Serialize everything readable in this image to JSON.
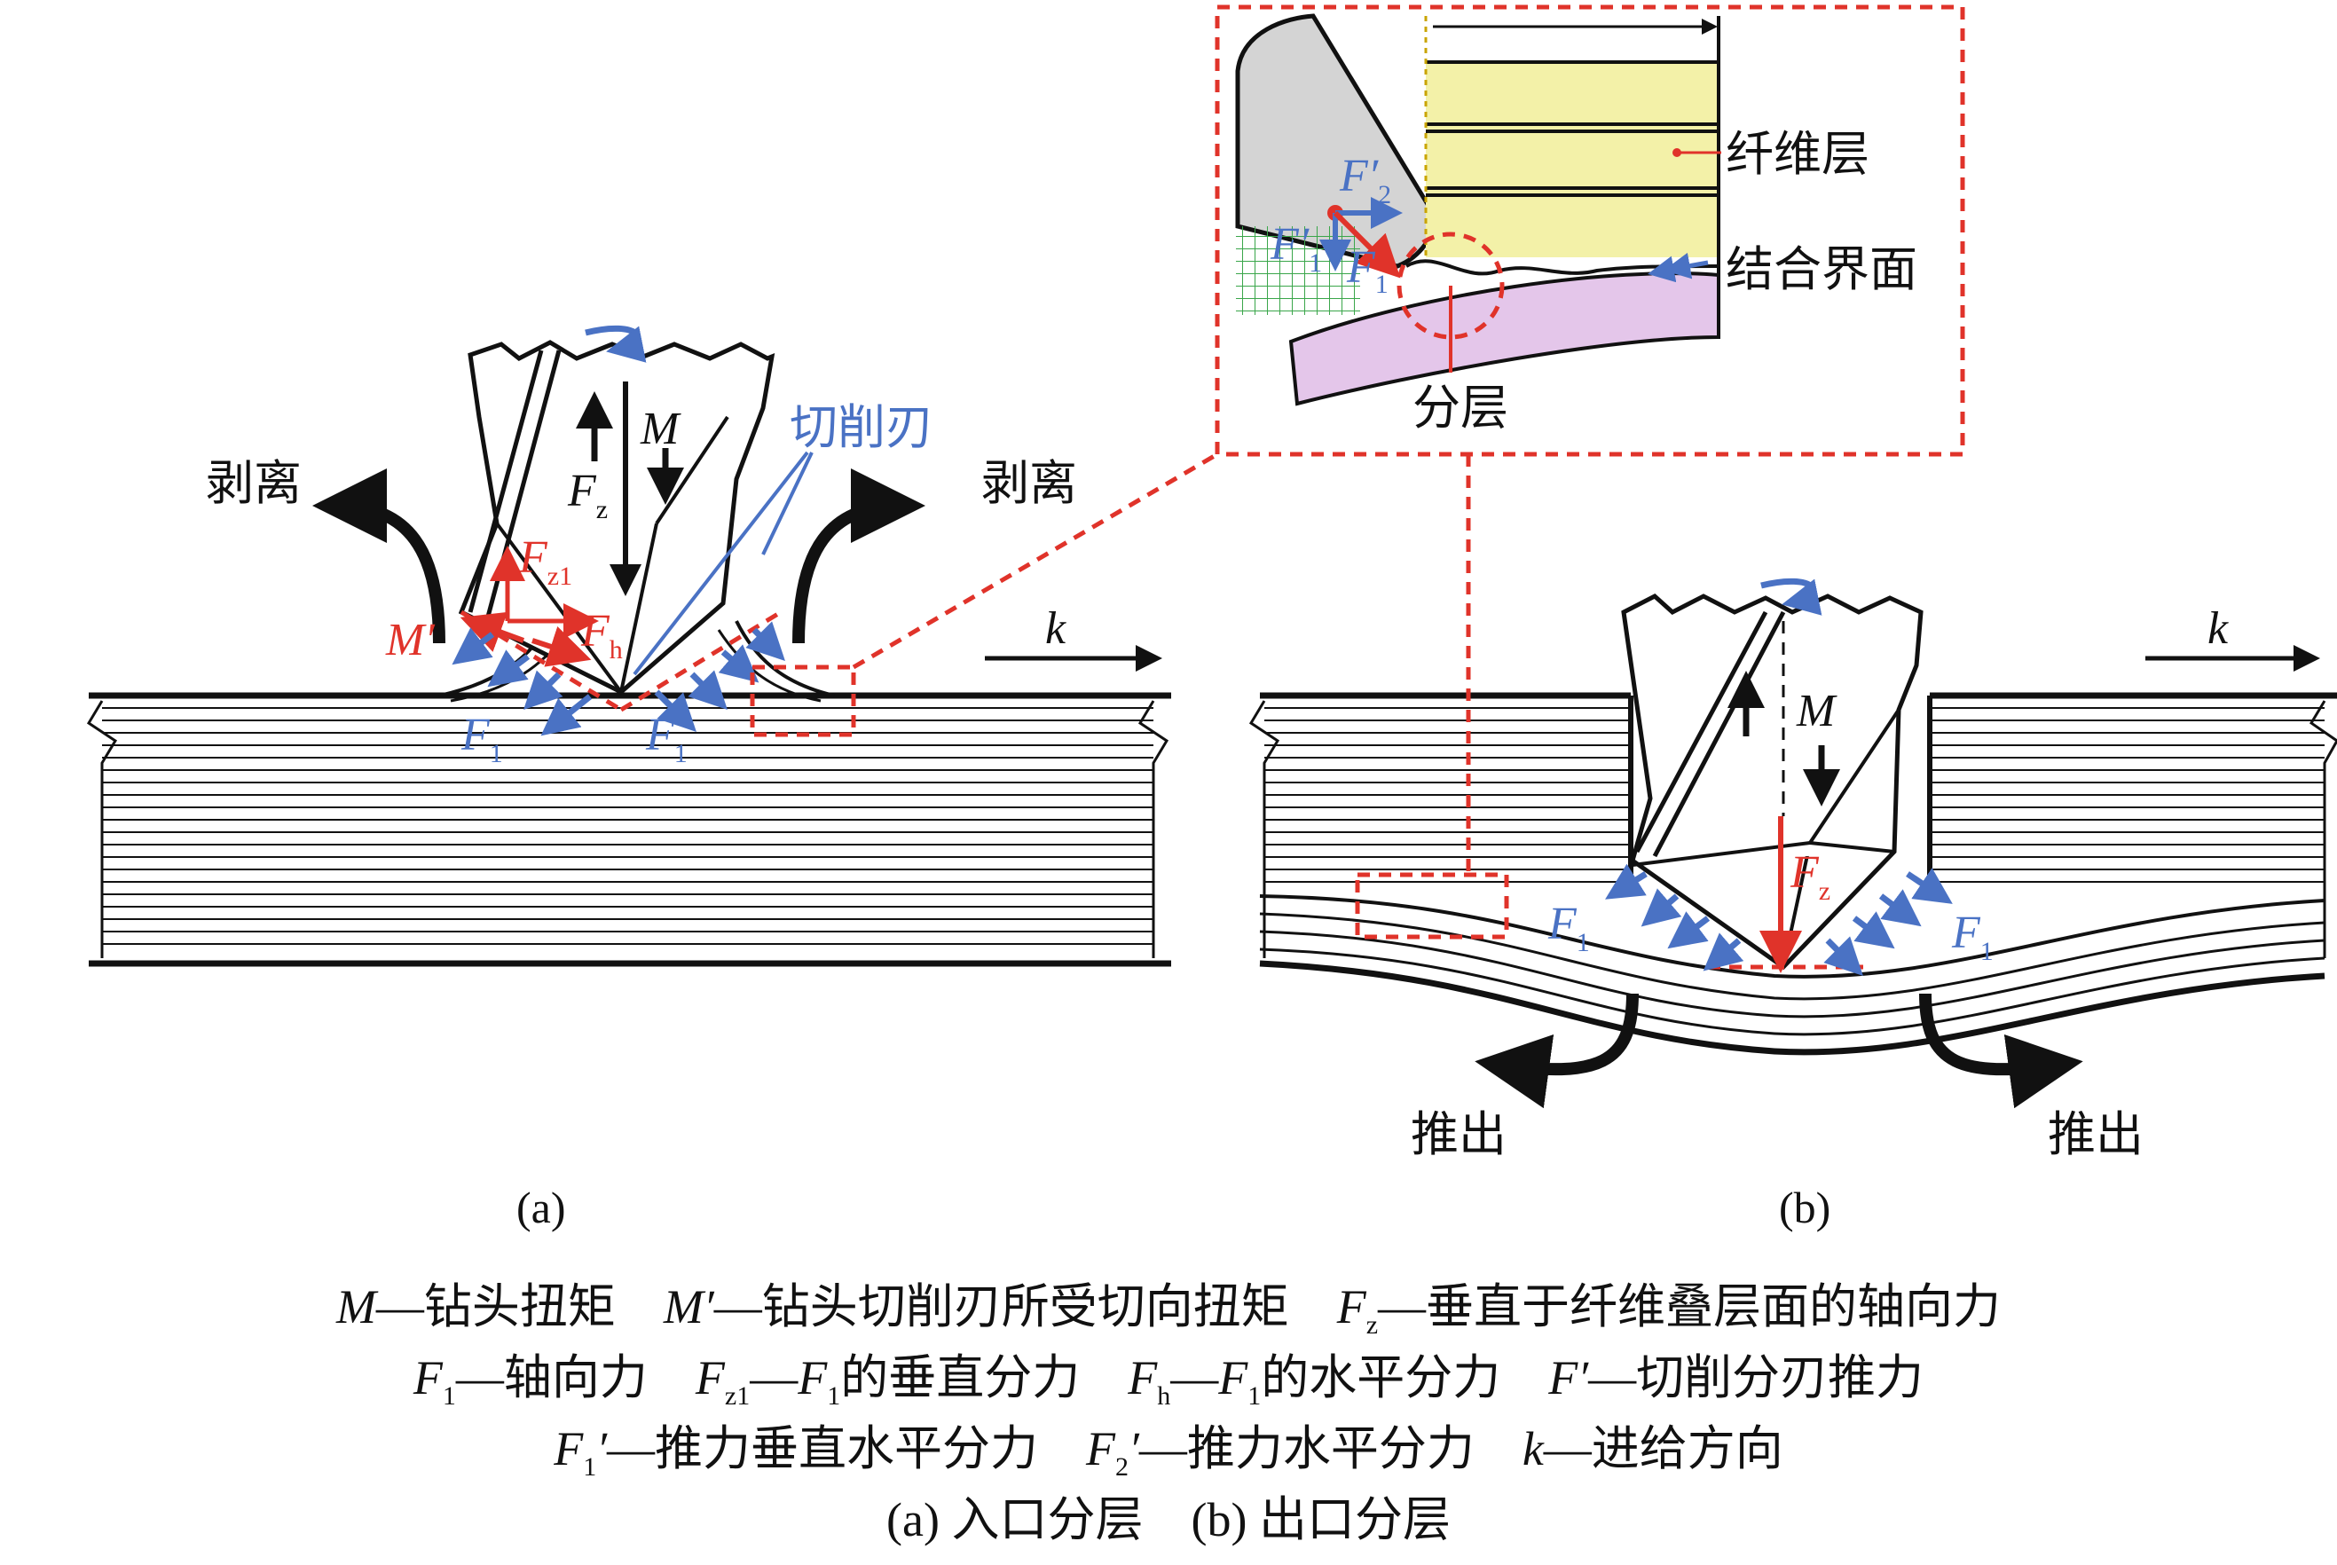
{
  "colors": {
    "red": "#e0332a",
    "blue": "#4a72c4",
    "black": "#111111",
    "fiber_yellow": "#f3f1a8",
    "resin_pink": "#e4c6ea",
    "grid_green": "#3aa64a"
  },
  "panel_a": {
    "sublabel": "(a)",
    "peel_left": "剥离",
    "peel_right": "剥离",
    "cutting_edge": "切削刃",
    "M": "M",
    "Fz": "F",
    "Fz_sub": "z",
    "Fz1": "F",
    "Fz1_sub": "z1",
    "Fh": "F",
    "Fh_sub": "h",
    "Mprime": "M′",
    "F1_left": "F",
    "F1_left_sub": "1",
    "F1_right": "F",
    "F1_right_sub": "1",
    "k": "k"
  },
  "panel_b": {
    "sublabel": "(b)",
    "push_left": "推出",
    "push_right": "推出",
    "M": "M",
    "Fz": "F",
    "Fz_sub": "z",
    "F1_left": "F",
    "F1_left_sub": "1",
    "F1_right": "F",
    "F1_right_sub": "1",
    "k": "k"
  },
  "inset": {
    "fiber_layer": "纤维层",
    "interface": "结合界面",
    "delamination": "分层",
    "F2p": "F′",
    "F2p_sub": "2",
    "F1p": "F′",
    "F1p_sub": "1",
    "F1": "F",
    "F1_sub": "1"
  },
  "caption": {
    "line1": [
      {
        "it": "M",
        "t": "—钻头扭矩"
      },
      {
        "it": "M′",
        "t": "—钻头切削刃所受切向扭矩"
      },
      {
        "it": "F",
        "sub": "z",
        "t": "—垂直于纤维叠层面的轴向力"
      }
    ],
    "line2": [
      {
        "it": "F",
        "sub": "1",
        "t": "—轴向力"
      },
      {
        "it": "F",
        "sub": "z1",
        "t": "—",
        "it2": "F",
        "sub2": "1",
        "t2": "的垂直分力"
      },
      {
        "it": "F",
        "sub": "h",
        "t": "—",
        "it2": "F",
        "sub2": "1",
        "t2": "的水平分力"
      },
      {
        "it": "F′",
        "t": "—切削分刃推力"
      }
    ],
    "line3": [
      {
        "it": "F",
        "sub": "1",
        "prime": "′",
        "t": "—推力垂直水平分力"
      },
      {
        "it": "F",
        "sub": "2",
        "prime": "′",
        "t": "—推力水平分力"
      },
      {
        "it": "k",
        "t": "—进给方向"
      }
    ],
    "line4": "(a) 入口分层　(b) 出口分层"
  }
}
